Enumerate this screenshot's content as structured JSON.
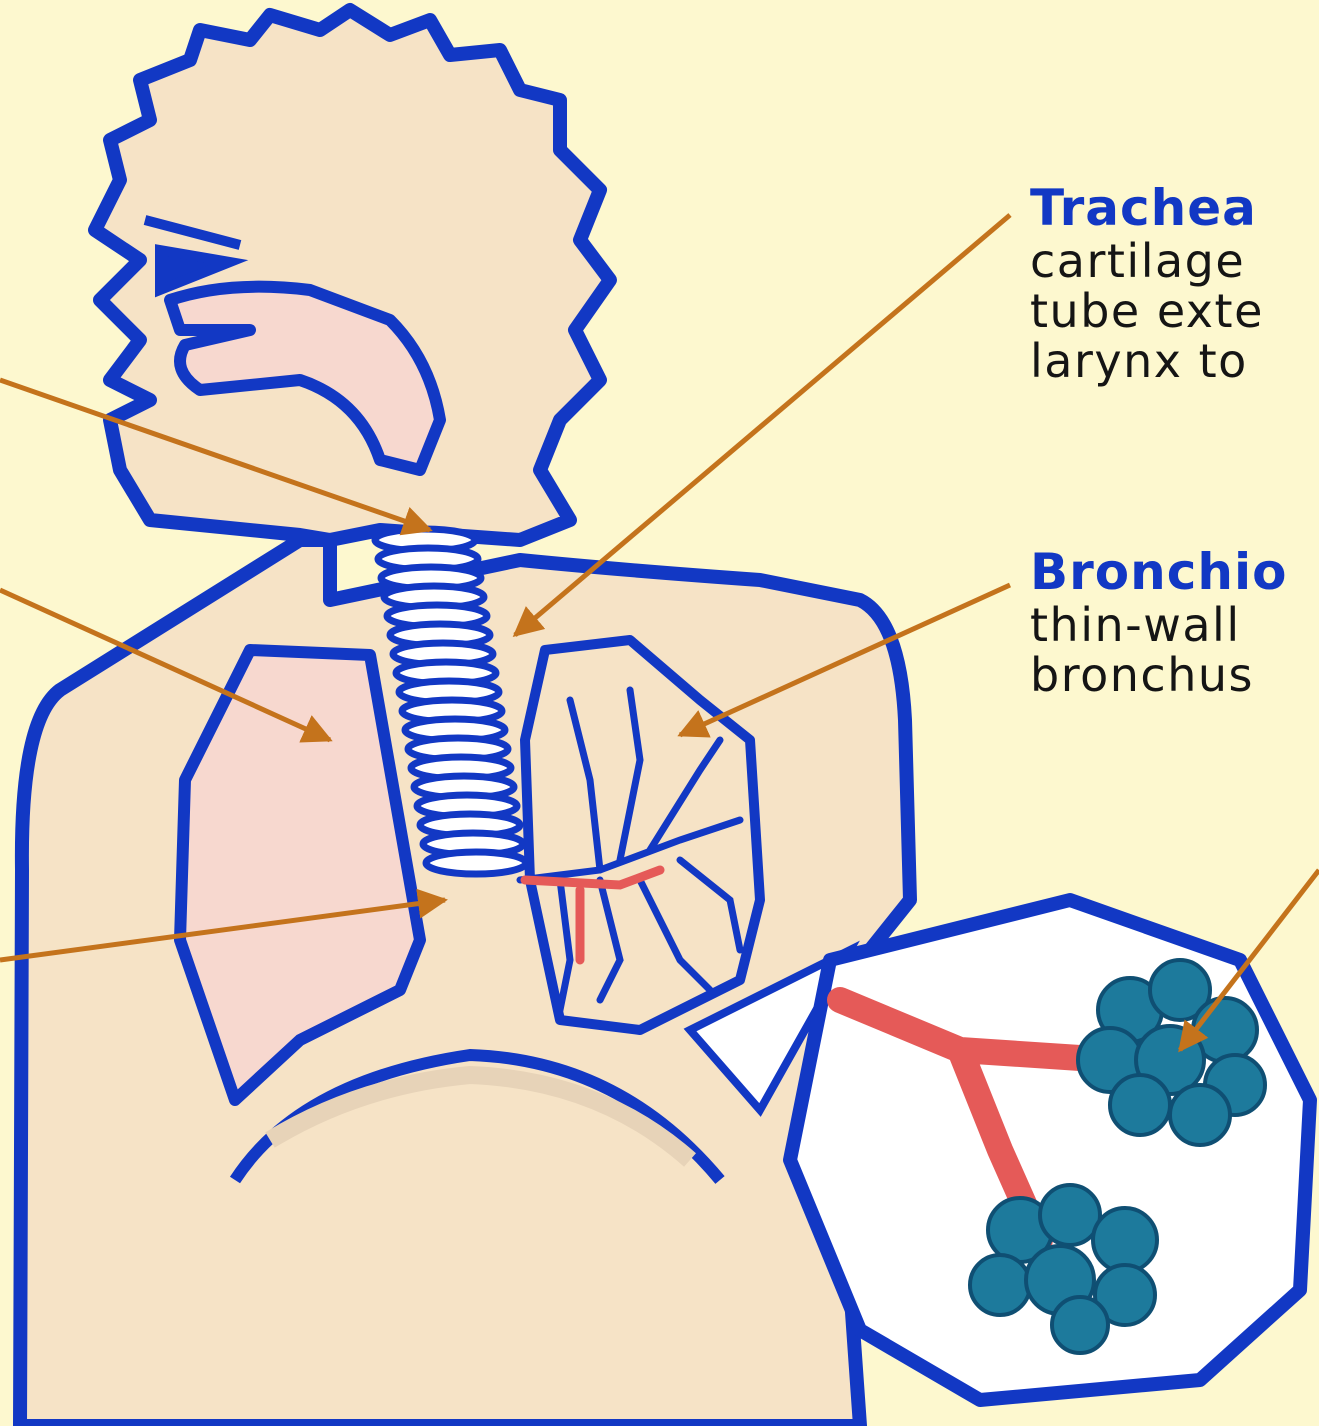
{
  "colors": {
    "background": "#fdf8cf",
    "body_fill": "#f6e3c6",
    "outline": "#1238c4",
    "airway_fill": "#f7d8cf",
    "pointer": "#c4731c",
    "vessel": "#e55a58",
    "alveoli": "#1d7a9c",
    "label_title": "#1238c4"
  },
  "labels": {
    "trachea": {
      "title": "Trachea",
      "desc": [
        "cartilage",
        "tube exte",
        "larynx to"
      ]
    },
    "bronchiole": {
      "title": "Bronchio",
      "desc": [
        "thin-wall",
        "bronchus"
      ]
    }
  },
  "icons": {
    "lungs": "lungs-icon",
    "alveoli": "alveoli-icon"
  }
}
